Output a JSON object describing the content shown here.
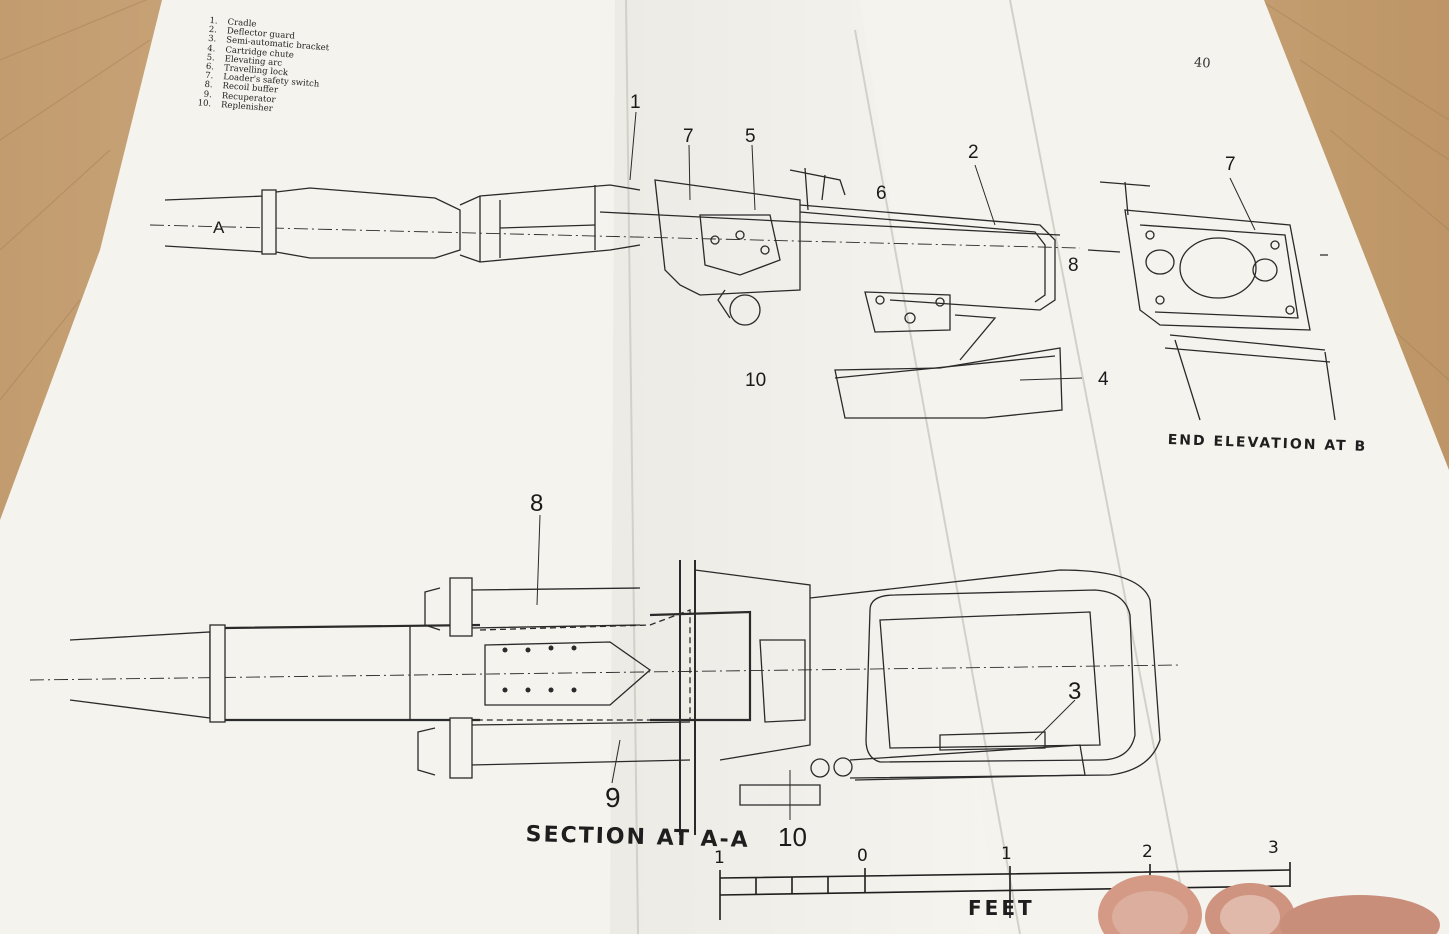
{
  "page_number": "40",
  "legend": [
    {
      "num": "1.",
      "text": "Cradle"
    },
    {
      "num": "2.",
      "text": "Deflector guard"
    },
    {
      "num": "3.",
      "text": "Semi-automatic bracket"
    },
    {
      "num": "4.",
      "text": "Cartridge chute"
    },
    {
      "num": "5.",
      "text": "Elevating arc"
    },
    {
      "num": "6.",
      "text": "Travelling lock"
    },
    {
      "num": "7.",
      "text": "Loader's safety switch"
    },
    {
      "num": "8.",
      "text": "Recoil buffer"
    },
    {
      "num": "9.",
      "text": "Recuperator"
    },
    {
      "num": "10.",
      "text": "Replenisher"
    }
  ],
  "callouts": {
    "top_1": "1",
    "top_7": "7",
    "top_5": "5",
    "top_2": "2",
    "top_6": "6",
    "top_8": "8",
    "top_10": "10",
    "top_4": "4",
    "section_a": "A",
    "end_7": "7",
    "bottom_8": "8",
    "bottom_9": "9",
    "bottom_3": "3",
    "bottom_10": "10"
  },
  "captions": {
    "end_elevation": "END ELEVATION AT B",
    "section": "SECTION AT A-A",
    "scale_unit": "FEET"
  },
  "scale_ticks": [
    "1",
    "0",
    "1",
    "2",
    "3"
  ],
  "colors": {
    "paper": "#f4f3ee",
    "ink": "#2a2a2a",
    "wood": "#c9a77c",
    "skin": "#d9a58e"
  }
}
